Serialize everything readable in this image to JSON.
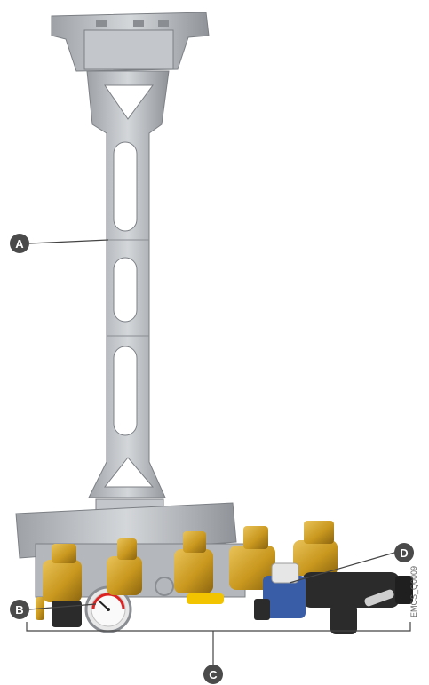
{
  "callouts": {
    "a": "A",
    "b": "B",
    "c": "C",
    "d": "D"
  },
  "reference_code": "EMCS_Q0009",
  "colors": {
    "bracket": "#b9bcc0",
    "brass": "#c9981e",
    "callout": "#4a4a4a",
    "dark_part": "#2b2b2b",
    "blue_part": "#3a5da8",
    "yellow_handle": "#f2c400"
  }
}
